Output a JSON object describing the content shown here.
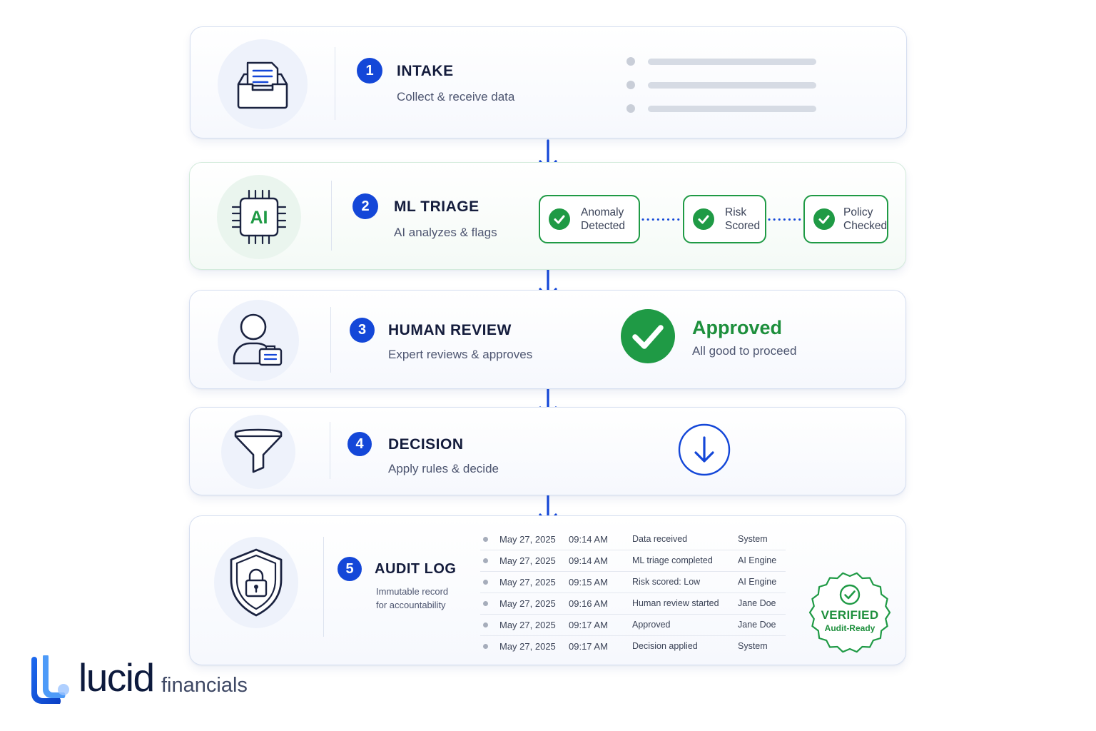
{
  "colors": {
    "brand_blue": "#1447d8",
    "success_green": "#1f9a45",
    "text_dark": "#141c3c",
    "text_muted": "#4d5570"
  },
  "steps": [
    {
      "number": "1",
      "title": "INTAKE",
      "subtitle": "Collect & receive data",
      "icon": "inbox-tray-icon"
    },
    {
      "number": "2",
      "title": "ML TRIAGE",
      "subtitle": "AI analyzes & flags",
      "icon": "ai-chip-icon",
      "chip_label": "AI",
      "checks": [
        {
          "line1": "Anomaly",
          "line2": "Detected"
        },
        {
          "line1": "Risk",
          "line2": "Scored"
        },
        {
          "line1": "Policy",
          "line2": "Checked"
        }
      ]
    },
    {
      "number": "3",
      "title": "HUMAN REVIEW",
      "subtitle": "Expert reviews & approves",
      "icon": "reviewer-person-icon",
      "status": {
        "title": "Approved",
        "subtitle": "All good to proceed"
      }
    },
    {
      "number": "4",
      "title": "DECISION",
      "subtitle": "Apply rules & decide",
      "icon": "funnel-icon"
    },
    {
      "number": "5",
      "title": "AUDIT LOG",
      "subtitle_line1": "Immutable record",
      "subtitle_line2": "for accountability",
      "icon": "shield-lock-icon",
      "log": [
        {
          "date": "May 27, 2025",
          "time": "09:14 AM",
          "event": "Data received",
          "actor": "System"
        },
        {
          "date": "May 27, 2025",
          "time": "09:14 AM",
          "event": "ML triage completed",
          "actor": "AI Engine"
        },
        {
          "date": "May 27, 2025",
          "time": "09:15 AM",
          "event": "Risk scored: Low",
          "actor": "AI Engine"
        },
        {
          "date": "May 27, 2025",
          "time": "09:16 AM",
          "event": "Human review started",
          "actor": "Jane Doe"
        },
        {
          "date": "May 27, 2025",
          "time": "09:17 AM",
          "event": "Approved",
          "actor": "Jane Doe"
        },
        {
          "date": "May 27, 2025",
          "time": "09:17 AM",
          "event": "Decision applied",
          "actor": "System"
        }
      ],
      "seal": {
        "title": "VERIFIED",
        "subtitle": "Audit-Ready"
      }
    }
  ],
  "brand": {
    "name": "lucid",
    "suffix": "financials"
  }
}
